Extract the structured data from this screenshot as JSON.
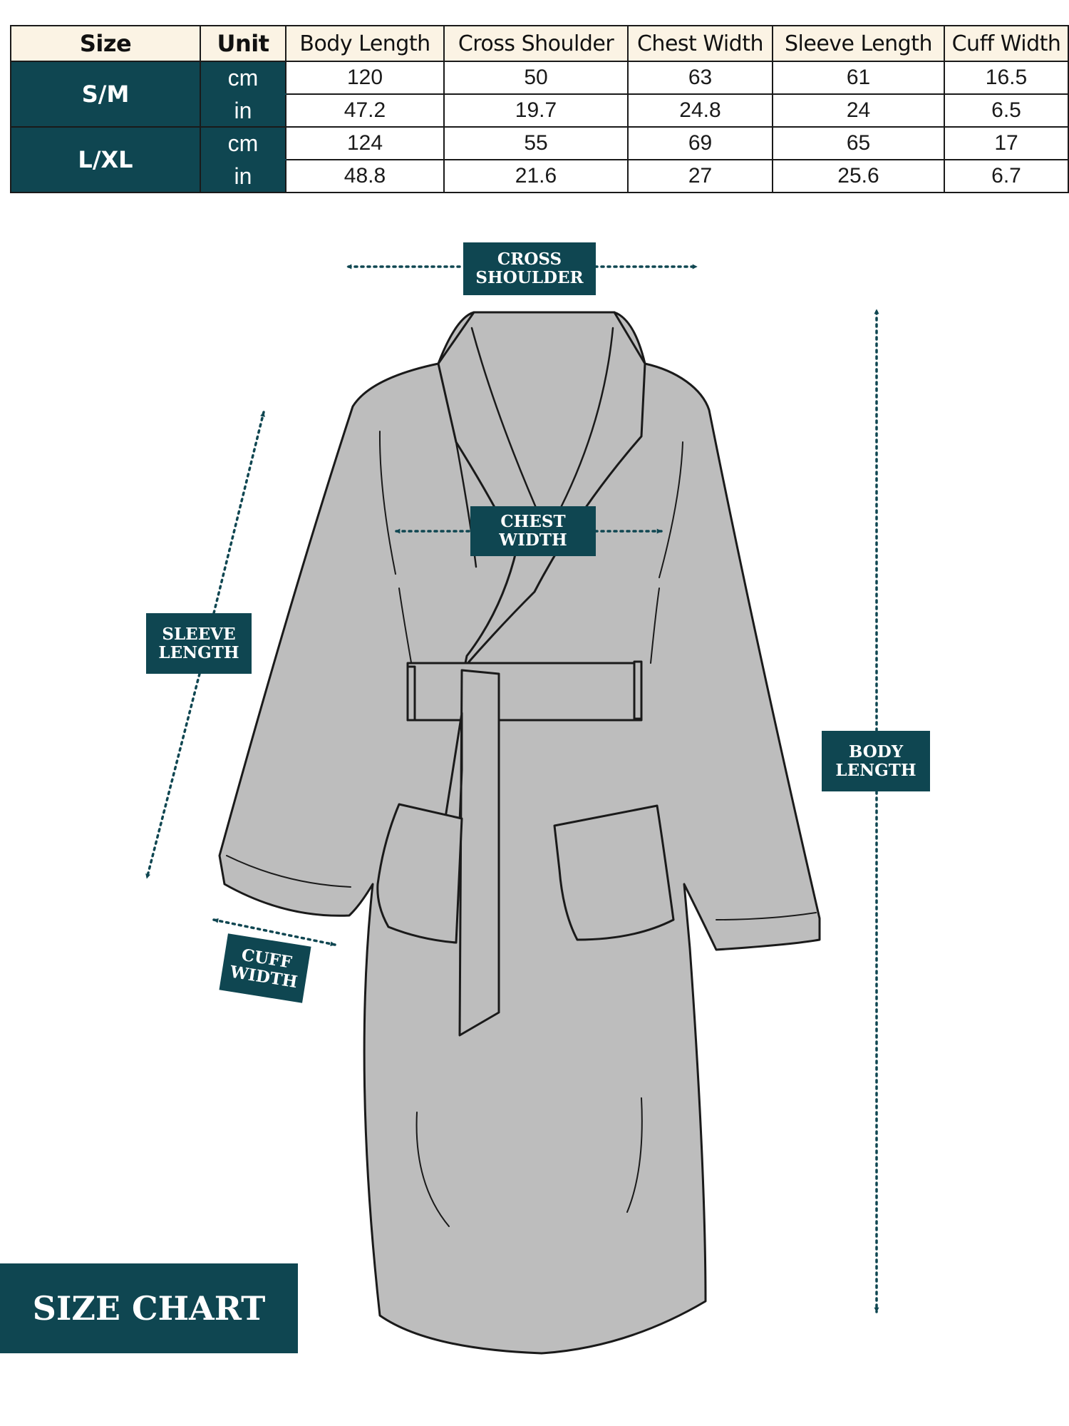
{
  "table": {
    "headers": [
      "Size",
      "Unit",
      "Body Length",
      "Cross Shoulder",
      "Chest Width",
      "Sleeve Length",
      "Cuff Width"
    ],
    "groups": [
      {
        "size": "S/M",
        "rows": [
          {
            "unit": "cm",
            "values": [
              "120",
              "50",
              "63",
              "61",
              "16.5"
            ]
          },
          {
            "unit": "in",
            "values": [
              "47.2",
              "19.7",
              "24.8",
              "24",
              "6.5"
            ]
          }
        ]
      },
      {
        "size": "L/XL",
        "rows": [
          {
            "unit": "cm",
            "values": [
              "124",
              "55",
              "69",
              "65",
              "17"
            ]
          },
          {
            "unit": "in",
            "values": [
              "48.8",
              "21.6",
              "27",
              "25.6",
              "6.7"
            ]
          }
        ]
      }
    ]
  },
  "labels": {
    "cross_shoulder": [
      "CROSS",
      "SHOULDER"
    ],
    "chest_width": [
      "CHEST",
      "WIDTH"
    ],
    "sleeve_length": [
      "SLEEVE",
      "LENGTH"
    ],
    "cuff_width": [
      "CUFF",
      "WIDTH"
    ],
    "body_length": [
      "BODY",
      "LENGTH"
    ]
  },
  "title": "SIZE CHART",
  "colors": {
    "accent": "#0f4651",
    "header_bg": "#fbf3e4",
    "robe_fill": "#bdbdbd",
    "outline": "#1a1a1a"
  }
}
